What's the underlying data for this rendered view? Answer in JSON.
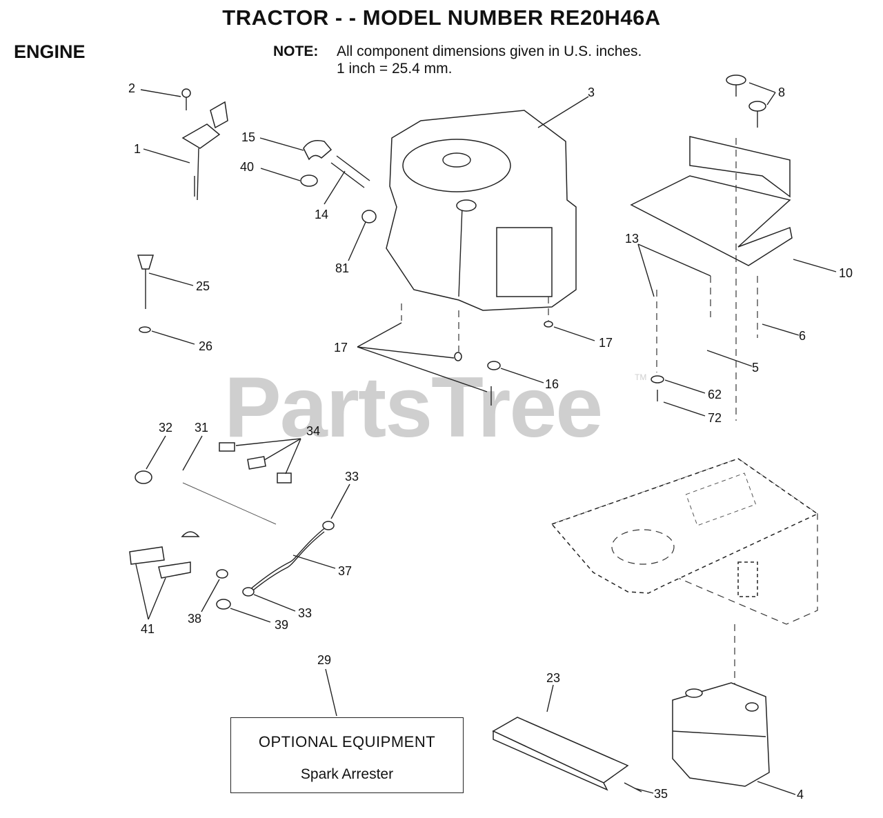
{
  "header": {
    "title": "TRACTOR - - MODEL NUMBER RE20H46A",
    "section": "ENGINE",
    "note_label": "NOTE:",
    "note_line1": "All component dimensions given in U.S. inches.",
    "note_line2": "1 inch = 25.4 mm."
  },
  "watermark": {
    "text": "PartsTree",
    "tm": "TM"
  },
  "optional_box": {
    "line1": "OPTIONAL EQUIPMENT",
    "line2": "Spark Arrester"
  },
  "callouts": [
    "1",
    "2",
    "3",
    "4",
    "5",
    "6",
    "8",
    "10",
    "13",
    "14",
    "15",
    "16",
    "17",
    "17",
    "23",
    "25",
    "26",
    "29",
    "31",
    "32",
    "33",
    "33",
    "34",
    "35",
    "37",
    "38",
    "39",
    "40",
    "41",
    "62",
    "72",
    "81"
  ]
}
